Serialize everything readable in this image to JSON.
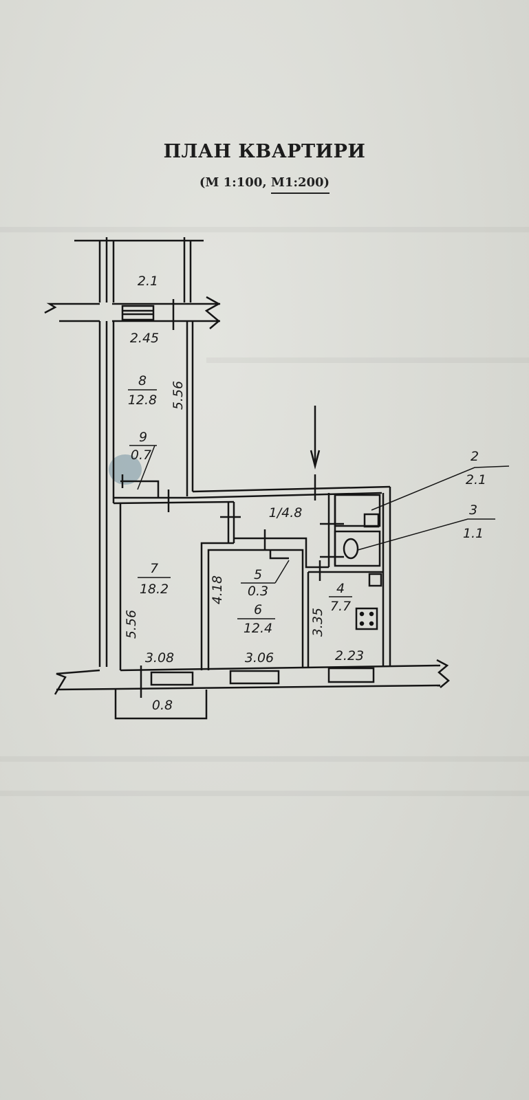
{
  "header": {
    "title": "ПЛАН КВАРТИРИ",
    "scale_prefix": "(М 1:100, ",
    "scale_underlined": "М1:200)"
  },
  "plan": {
    "rooms": [
      {
        "number": "1",
        "area": "4.8",
        "label": "1/4.8"
      },
      {
        "number": "2",
        "area": "2.1"
      },
      {
        "number": "3",
        "area": "1.1"
      },
      {
        "number": "4",
        "area": "7.7"
      },
      {
        "number": "5",
        "area": "0.3"
      },
      {
        "number": "6",
        "area": "12.4"
      },
      {
        "number": "7",
        "area": "18.2"
      },
      {
        "number": "8",
        "area": "12.8"
      },
      {
        "number": "9",
        "area": "0.7"
      }
    ],
    "balconies": {
      "top": "2.1",
      "bottom": "0.8"
    },
    "dimensions": {
      "room8_width": "2.45",
      "room8_length": "5.56",
      "room7_length": "5.56",
      "room7_width": "3.08",
      "room6_length": "4.18",
      "room6_width": "3.06",
      "kitchen_length": "3.35",
      "kitchen_width": "2.23"
    }
  }
}
